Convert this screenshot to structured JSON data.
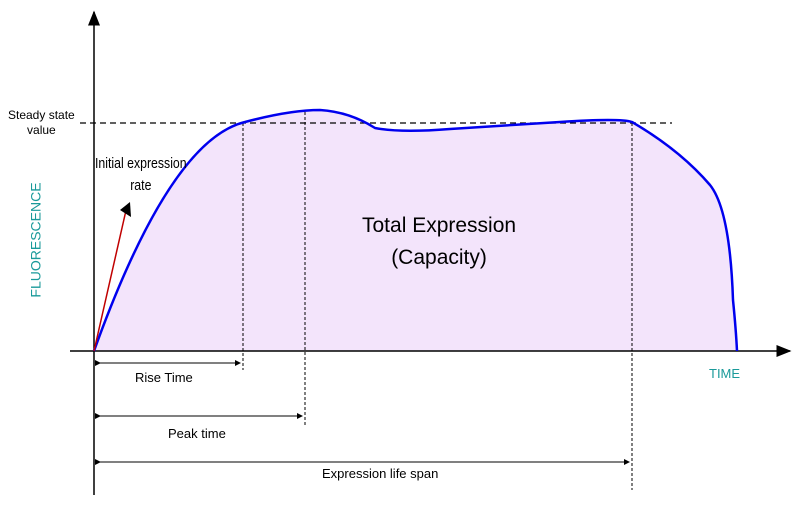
{
  "labels": {
    "steady_state": [
      "Steady state",
      "value"
    ],
    "initial_rate": [
      "Initial expression",
      "rate"
    ],
    "y_axis": "FLUORESCENCE",
    "x_axis": "TIME",
    "total_expression": [
      "Total Expression",
      "(Capacity)"
    ],
    "rise_time": "Rise Time",
    "peak_time": "Peak time",
    "life_span": "Expression life span"
  },
  "colors": {
    "curve": "#0000ee",
    "fill": "#f3e4fb",
    "arrow": "#c00000",
    "axis_label": "#1a9a9a"
  }
}
